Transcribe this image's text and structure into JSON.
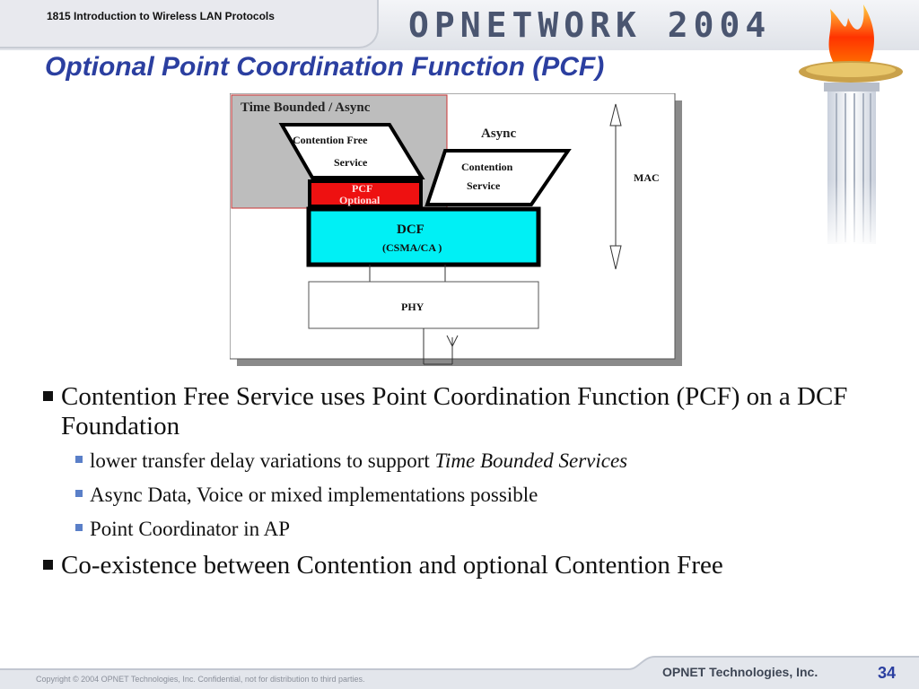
{
  "header": {
    "course": "1815 Introduction to Wireless LAN Protocols",
    "brand": "OPNETWORK 2004"
  },
  "slide": {
    "title": "Optional Point Coordination Function (PCF)"
  },
  "diagram": {
    "region_label": "Time Bounded / Async",
    "contention_free_line1": "Contention Free",
    "contention_free_line2": "Service",
    "async_label": "Async",
    "contention_line1": "Contention",
    "contention_line2": "Service",
    "pcf_label": "PCF",
    "pcf_sublabel": "Optional",
    "dcf_label": "DCF",
    "dcf_sublabel": "(CSMA/CA )",
    "mac_label": "MAC",
    "phy_label": "PHY",
    "colors": {
      "pcf": "#ee1111",
      "dcf": "#00f0f5",
      "shaded": "#bdbdbd"
    }
  },
  "bullets": [
    {
      "level": 1,
      "text": "Contention Free Service uses Point Coordination Function (PCF) on a DCF Foundation"
    },
    {
      "level": 2,
      "text": "lower transfer delay variations to support ",
      "italic": "Time Bounded Services"
    },
    {
      "level": 2,
      "text": "Async Data, Voice or mixed implementations possible"
    },
    {
      "level": 2,
      "text": "Point Coordinator in AP"
    },
    {
      "level": 1,
      "text": "Co-existence between Contention and optional Contention Free"
    }
  ],
  "footer": {
    "copyright": "Copyright © 2004 OPNET Technologies, Inc.  Confidential, not for distribution to third parties.",
    "company": "OPNET Technologies, Inc.",
    "page": "34"
  }
}
